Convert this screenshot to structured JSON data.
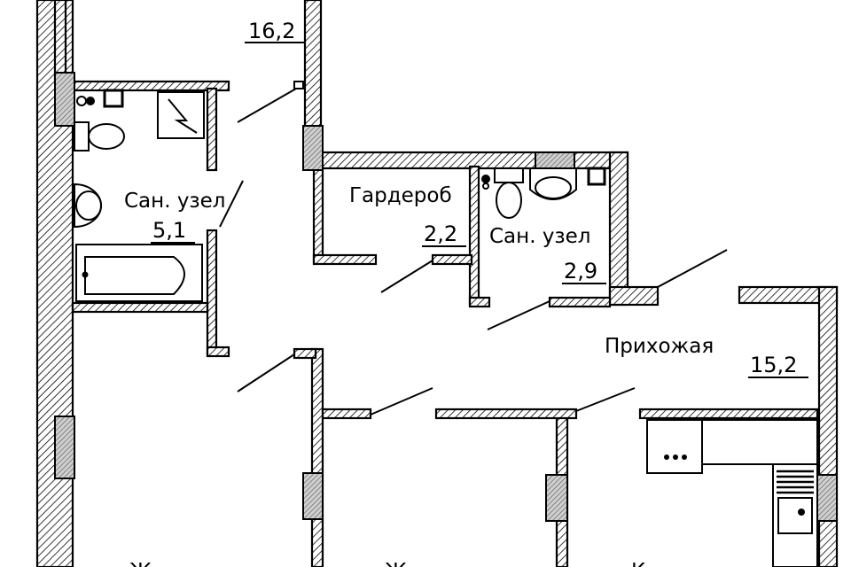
{
  "plan": {
    "rooms": [
      {
        "id": "living-top",
        "name": "",
        "area": "16,2"
      },
      {
        "id": "bath-1",
        "name": "Сан. узел",
        "area": "5,1"
      },
      {
        "id": "wardrobe",
        "name": "Гардероб",
        "area": "2,2"
      },
      {
        "id": "bath-2",
        "name": "Сан. узел",
        "area": "2,9"
      },
      {
        "id": "hallway",
        "name": "Прихожая",
        "area": "15,2"
      }
    ],
    "bottom_labels": [
      "Ж",
      "Ж",
      "К"
    ]
  },
  "colors": {
    "ink": "#000000",
    "paper": "#ffffff",
    "window": "#9a9a9a"
  }
}
